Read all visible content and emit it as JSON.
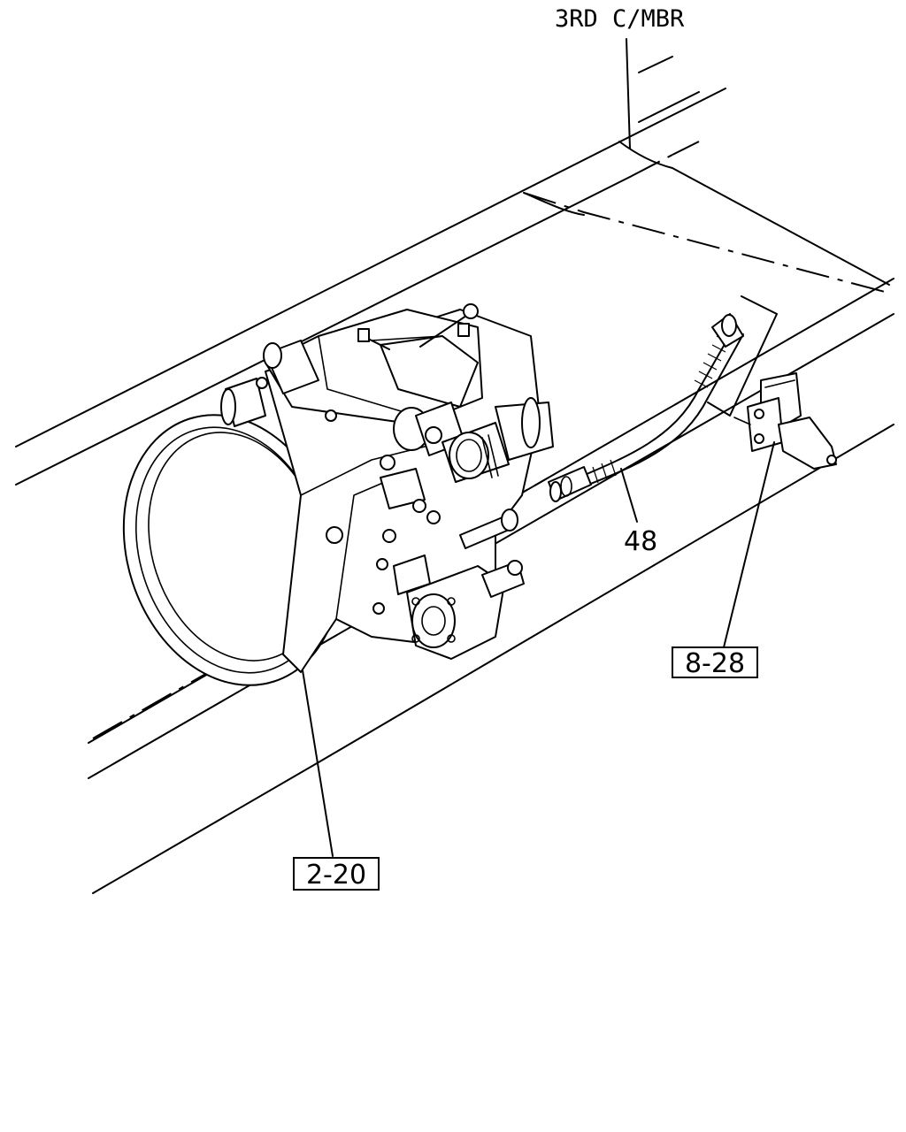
{
  "callouts": {
    "member": "3RD C/MBR",
    "part_48": "48",
    "ref_8_28": "8-28",
    "ref_2_20": "2-20"
  }
}
